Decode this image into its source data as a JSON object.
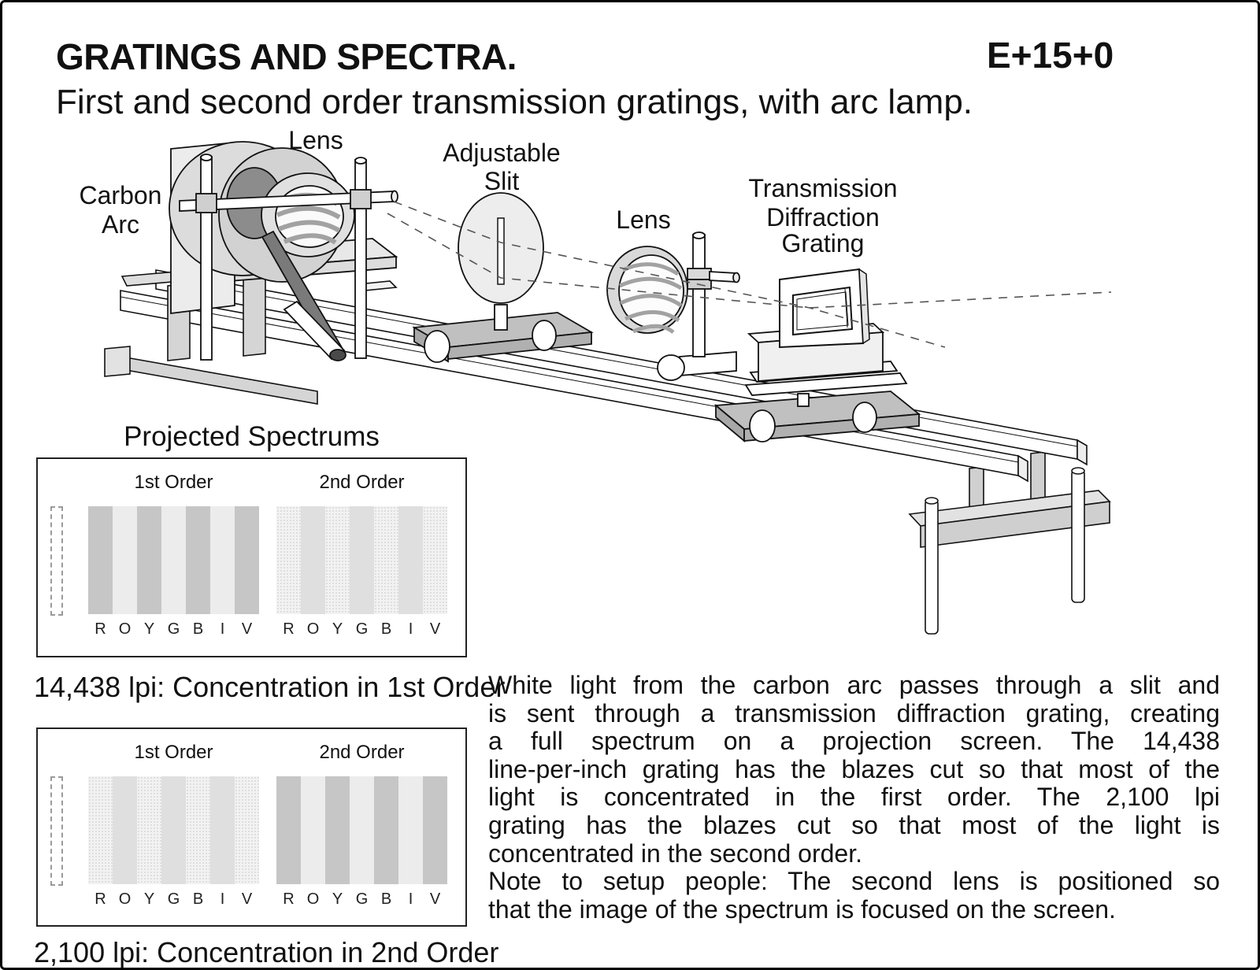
{
  "page": {
    "title": "GRATINGS AND SPECTRA.",
    "catalog_code": "E+15+0",
    "subtitle": "First and second order transmission gratings, with arc lamp."
  },
  "diagram": {
    "labels": {
      "lens1": "Lens",
      "adjustable_slit_line1": "Adjustable",
      "adjustable_slit_line2": "Slit",
      "carbon_arc_line1": "Carbon",
      "carbon_arc_line2": "Arc",
      "lens2": "Lens",
      "grating_line1": "Transmission",
      "grating_line2": "Diffraction",
      "grating_line3": "Grating"
    }
  },
  "spectrums": {
    "heading": "Projected Spectrums",
    "letters": [
      "R",
      "O",
      "Y",
      "G",
      "B",
      "I",
      "V"
    ],
    "boxes": [
      {
        "order1_label": "1st Order",
        "order2_label": "2nd Order",
        "caption": "14,438 lpi: Concentration in 1st Order",
        "concentration": "first order strong, second order faint"
      },
      {
        "order1_label": "1st Order",
        "order2_label": "2nd Order",
        "caption": "2,100 lpi: Concentration in 2nd Order",
        "concentration": "first order faint, second order strong"
      }
    ]
  },
  "main_text": {
    "description_lines": [
      "White light from the carbon arc passes through a slit and",
      "is sent through a transmission diffraction grating, creating",
      "a full spectrum on a projection screen. The 14,438",
      "line-per-inch grating has the blazes cut so that most of the",
      "light is concentrated in the first order.  The 2,100 lpi",
      "grating has the blazes cut so that most of the light is",
      "concentrated in the second order."
    ],
    "note_lines": [
      "Note to setup people: The second lens is positioned so",
      "that the image of the spectrum is focused on the screen."
    ]
  },
  "theme": {
    "strong-dark": "#c6c6c6",
    "strong-light": "#ececec",
    "faint-dot": "#f2f2f2",
    "faint-dot-ink": "#dcdcdc",
    "faint-solid": "#dfdfdf",
    "ink": "#111111"
  }
}
